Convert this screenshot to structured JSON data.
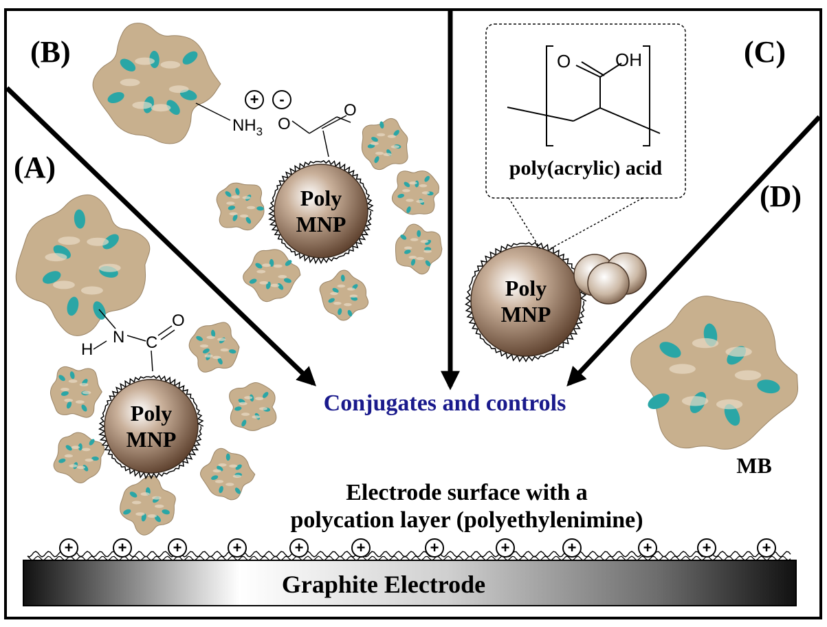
{
  "panels": {
    "a": "(A)",
    "b": "(B)",
    "c": "(C)",
    "d": "(D)"
  },
  "particles": {
    "line1": "Poly",
    "line2": "MNP"
  },
  "chemistry": {
    "amine": "NH",
    "amine_sub": "3",
    "plus_sign": "+",
    "minus_sign": "-",
    "carbonyl_o": "O",
    "ester_o": "O",
    "acid_o": "O",
    "acid_oh": "OH",
    "amide_h": "H",
    "amide_n": "N",
    "amide_c": "C",
    "amide_o": "O"
  },
  "polymer_name": "poly(acrylic) acid",
  "center_label": "Conjugates and controls",
  "mb_label": "MB",
  "surface_label": {
    "line1": "Electrode surface with a",
    "line2": "polycation layer (polyethylenimine)"
  },
  "electrode_label": "Graphite Electrode",
  "colors": {
    "protein_base": "#c8b08e",
    "protein_patch": "#2aa6a6",
    "particle": "#7a5a43",
    "title_blue": "#1a1a8c"
  }
}
